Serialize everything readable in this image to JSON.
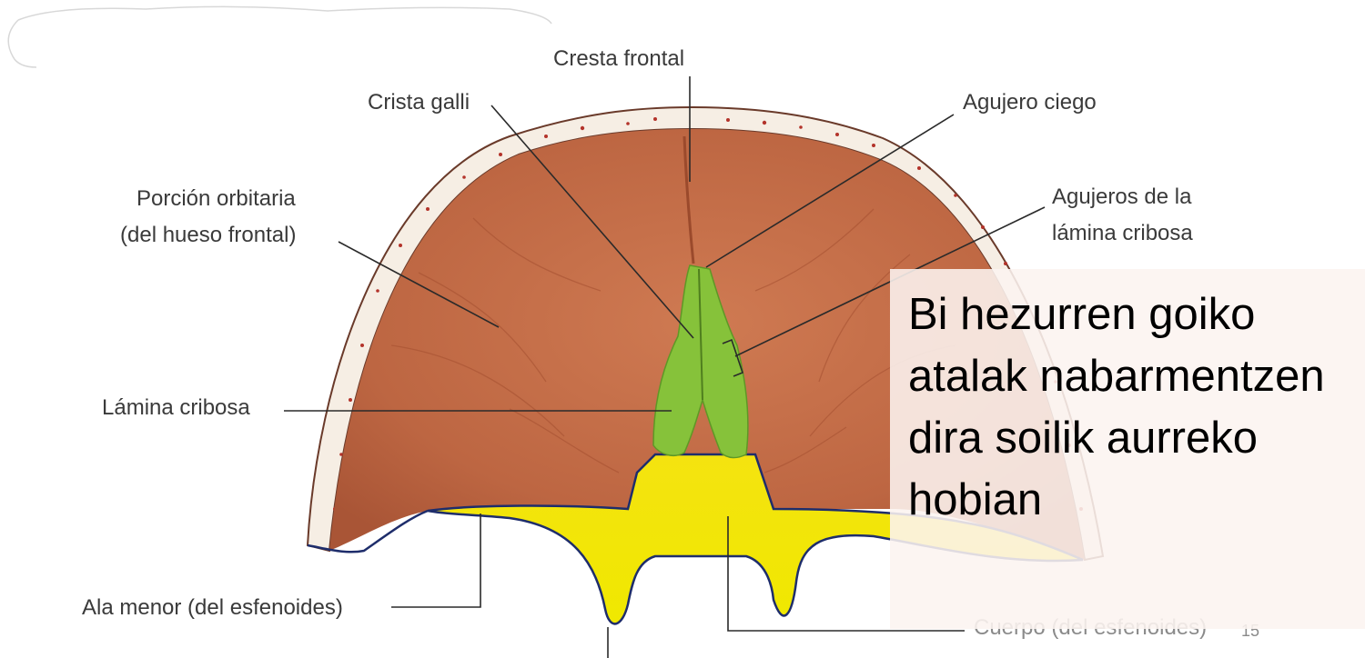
{
  "labels": {
    "cresta_frontal": "Cresta frontal",
    "crista_galli": "Crista galli",
    "agujero_ciego": "Agujero ciego",
    "porcion_orbitaria_1": "Porción orbitaria",
    "porcion_orbitaria_2": "(del hueso frontal)",
    "agujeros_lamina_1": "Agujeros de la",
    "agujeros_lamina_2": "lámina cribosa",
    "lamina_cribosa": "Lámina cribosa",
    "ala_menor": "Ala menor (del esfenoides)",
    "cuerpo": "Cuerpo (del esfenoides)",
    "page_number": "15"
  },
  "overlay": {
    "text": "Bi hezurren goiko atalak nabarmentzen dira soilik aurreko hobian"
  },
  "colors": {
    "frontal_bone": "#c06a45",
    "cribriform_plate": "#8cc63e",
    "sphenoid": "#f2e600",
    "skull_rim": "#f6eee4"
  }
}
